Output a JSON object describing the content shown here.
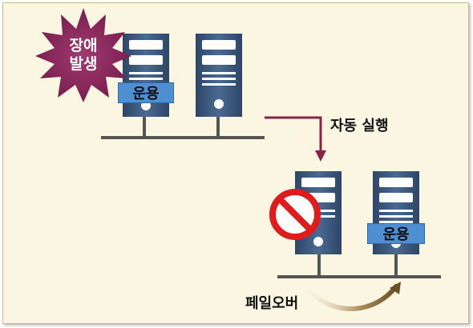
{
  "failure_label": [
    "장애",
    "발생"
  ],
  "active_badge_top": "운용",
  "action_label": "자동 실행",
  "active_badge_bottom": "운용",
  "failover_label": "페일오버",
  "colors": {
    "background": "#fbf6e2",
    "server_body": "#3d5a7e",
    "badge": "#4d8fd1",
    "burst": "#8e2a5e",
    "arrow": "#8a2346",
    "prohibit": "#e01b1b",
    "network_line": "#555555"
  }
}
